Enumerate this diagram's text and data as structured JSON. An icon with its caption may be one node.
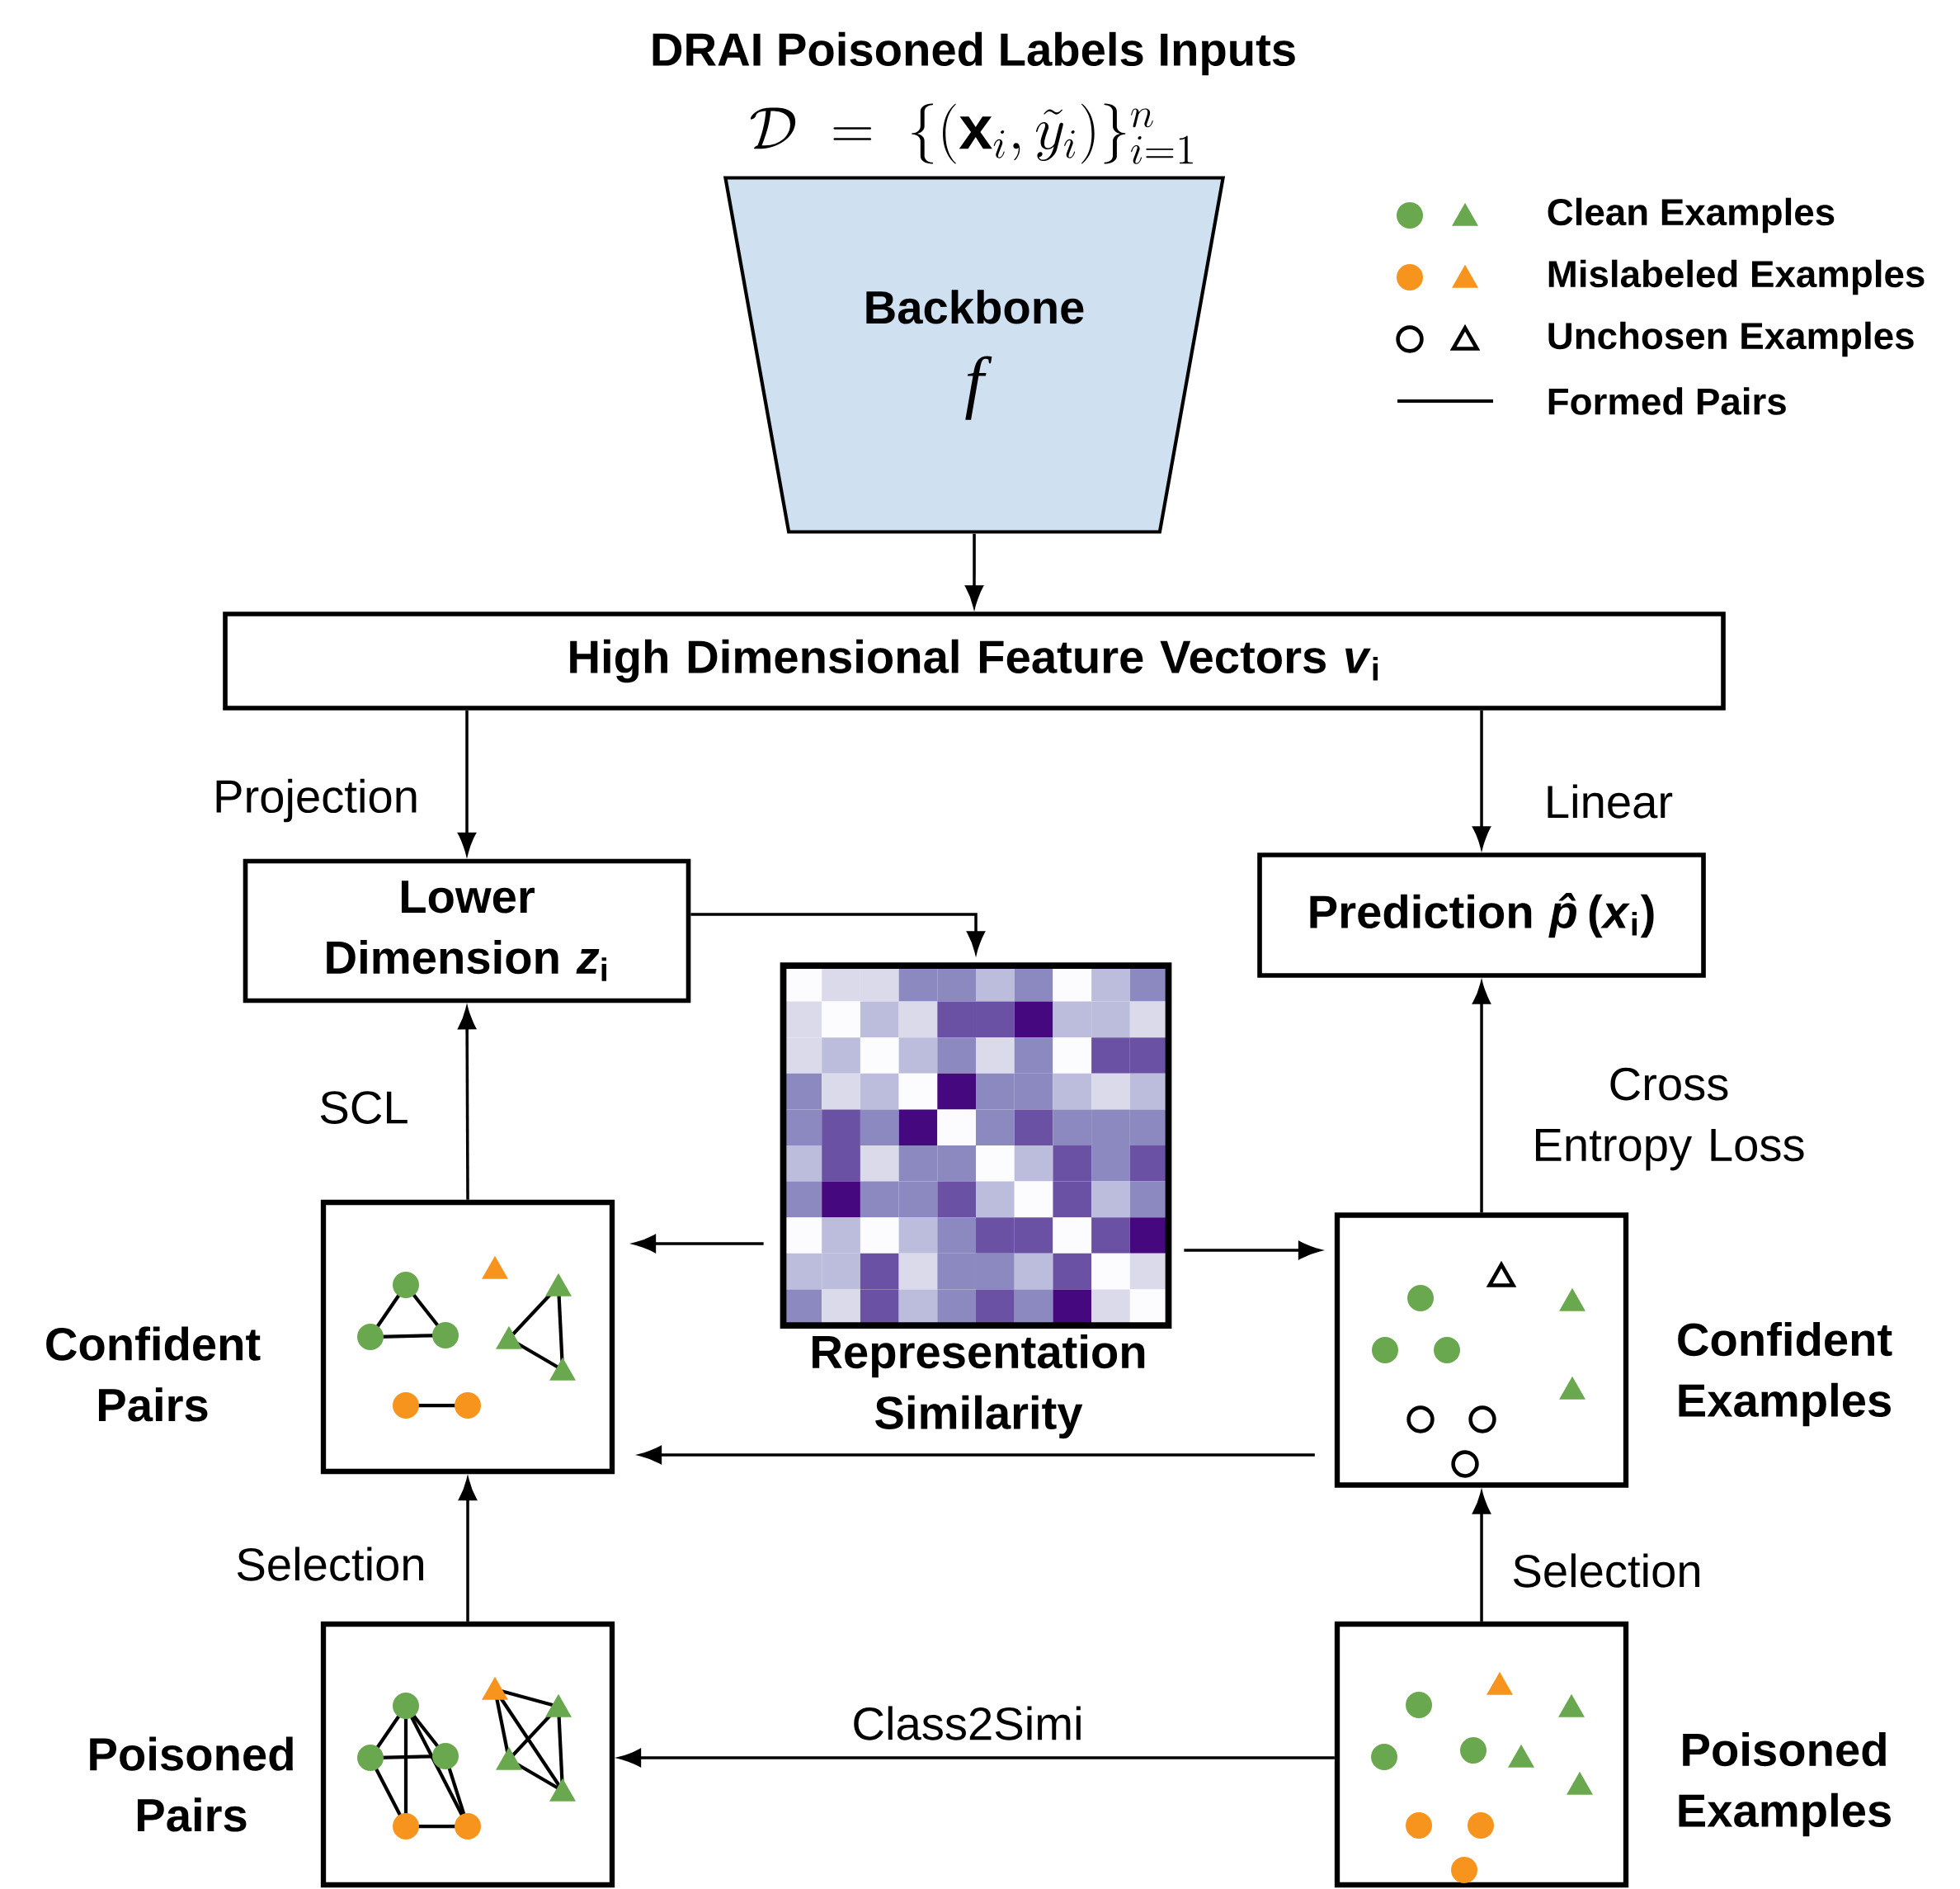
{
  "diagram": {
    "title": "DRAI Poisoned Labels Inputs",
    "nodes": [
      {
        "text": [
          "Backbone",
          "f"
        ]
      },
      {
        "text": [
          "High Dimensional Feature Vectors *v*$_{i}$"
        ]
      },
      {
        "text": [
          "Lower Dimension *z*$_{i}$"
        ]
      },
      {
        "text": [
          "Prediction *p̂*(*x*$_{i}$)"
        ]
      },
      {
        "text": [],
        "shape": "picture",
        "beside": [
          "Representation Similarity"
        ]
      },
      {
        "text": [],
        "shape": "box",
        "beside": [
          "Confident Pairs"
        ]
      },
      {
        "text": [],
        "shape": "box",
        "beside": [
          "Confident Examples"
        ]
      },
      {
        "text": [],
        "shape": "box",
        "beside": [
          "Poisoned Pairs"
        ]
      },
      {
        "text": [],
        "shape": "box",
        "beside": [
          "Poisoned Examples"
        ]
      }
    ],
    "edges": [
      {
        "from": 0,
        "to": 1,
        "arrow": "to"
      },
      {
        "from": 1,
        "to": 2,
        "arrow": "to",
        "label": "Projection"
      },
      {
        "from": 1,
        "to": 3,
        "arrow": "to",
        "label": "Linear"
      },
      {
        "from": 2,
        "to": 4,
        "arrow": "to"
      },
      {
        "from": 4,
        "to": 5,
        "arrow": "to"
      },
      {
        "from": 4,
        "to": 6,
        "arrow": "to"
      },
      {
        "from": 6,
        "to": 5,
        "arrow": "to"
      },
      {
        "from": 5,
        "to": 2,
        "arrow": "to",
        "label": "SCL"
      },
      {
        "from": 6,
        "to": 3,
        "arrow": "to",
        "label": "Cross Entropy Loss"
      },
      {
        "from": 7,
        "to": 5,
        "arrow": "to",
        "label": "Selection"
      },
      {
        "from": 8,
        "to": 6,
        "arrow": "to",
        "label": "Selection"
      },
      {
        "from": 8,
        "to": 7,
        "arrow": "to",
        "label": "Class2Simi"
      }
    ],
    "labels": [
      "\\mathcal{D} \\;=\\; \\{(\\mathbf{x}_i, \\tilde{y}_i)\\}_{i=1}^{n}"
    ],
    "legend": [
      {
        "text": "Clean Examples",
        "color": "#6aa84f"
      },
      {
        "text": "Mislabeled Examples",
        "color": "#f7941d"
      },
      {
        "text": "Unchosen Examples"
      },
      {
        "text": "Formed Pairs"
      }
    ]
  }
}
